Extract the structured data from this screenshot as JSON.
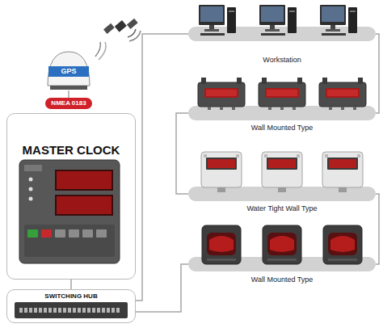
{
  "diagram": {
    "nodes": [
      {
        "text": [
          "GPS"
        ]
      },
      {
        "text": [
          "NMEA 0183"
        ]
      },
      {
        "text": [
          "MASTER CLOCK"
        ]
      },
      {
        "text": [
          "SWITCHING HUB"
        ]
      },
      {
        "text": [
          "Workstation"
        ]
      },
      {
        "text": [
          "Wall Mounted Type"
        ]
      },
      {
        "text": [
          "Water Tight Wall Type"
        ]
      },
      {
        "text": [
          "Wall Mounted Type"
        ]
      }
    ],
    "edges": [
      {
        "from": 0,
        "to": 1,
        "arrow": "none"
      },
      {
        "from": 2,
        "to": 3,
        "arrow": "none"
      },
      {
        "from": 3,
        "to": 4,
        "arrow": "none"
      },
      {
        "from": 4,
        "to": 5,
        "arrow": "none"
      },
      {
        "from": 5,
        "to": 6,
        "arrow": "none"
      },
      {
        "from": 6,
        "to": 7,
        "arrow": "none"
      },
      {
        "from": 3,
        "to": 7,
        "arrow": "none"
      }
    ]
  }
}
